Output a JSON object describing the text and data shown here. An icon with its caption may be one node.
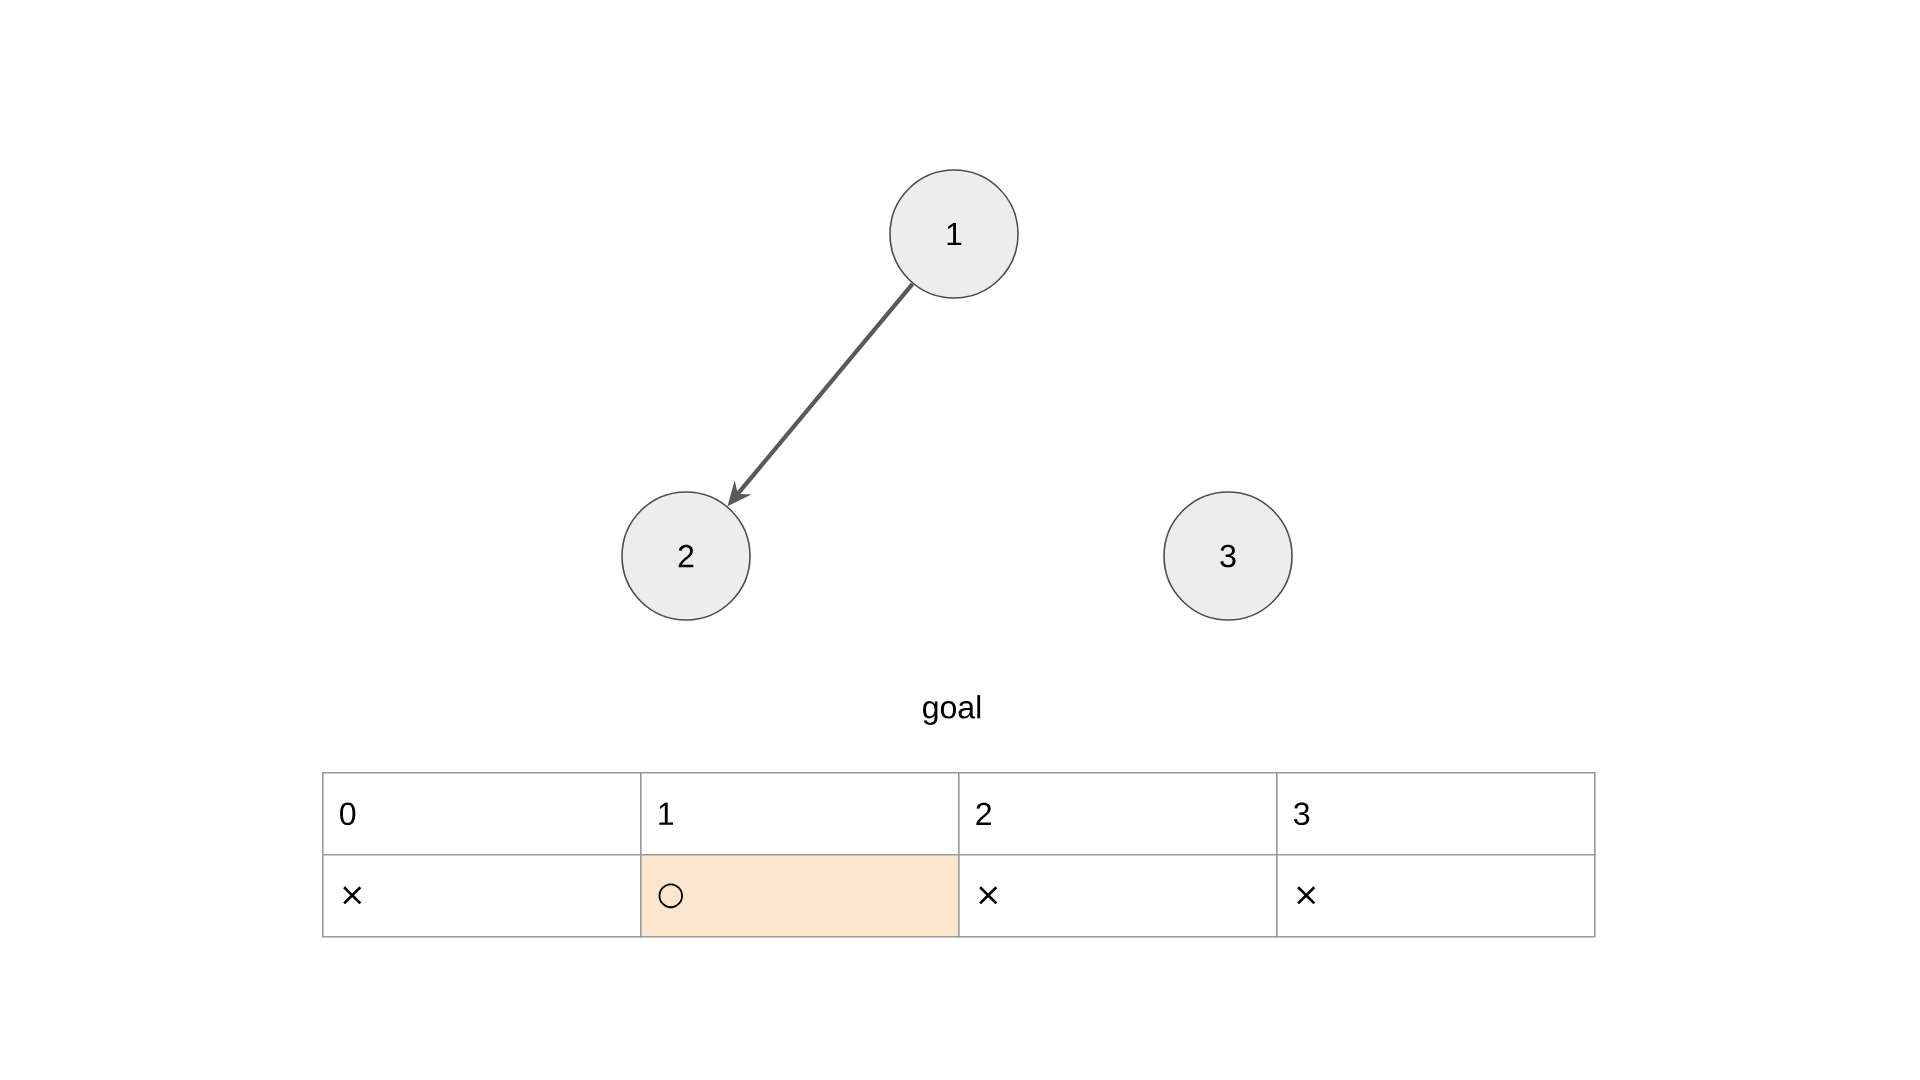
{
  "diagram": {
    "nodes": [
      {
        "text": [
          "1"
        ]
      },
      {
        "text": [
          "2"
        ]
      },
      {
        "text": [
          "3"
        ]
      }
    ],
    "edges": [
      {
        "from": 0,
        "to": 1,
        "arrow": "to"
      }
    ],
    "labels": [
      "goal",
      "0",
      "1",
      "2",
      "3",
      "×",
      "○",
      "×",
      "×"
    ]
  }
}
